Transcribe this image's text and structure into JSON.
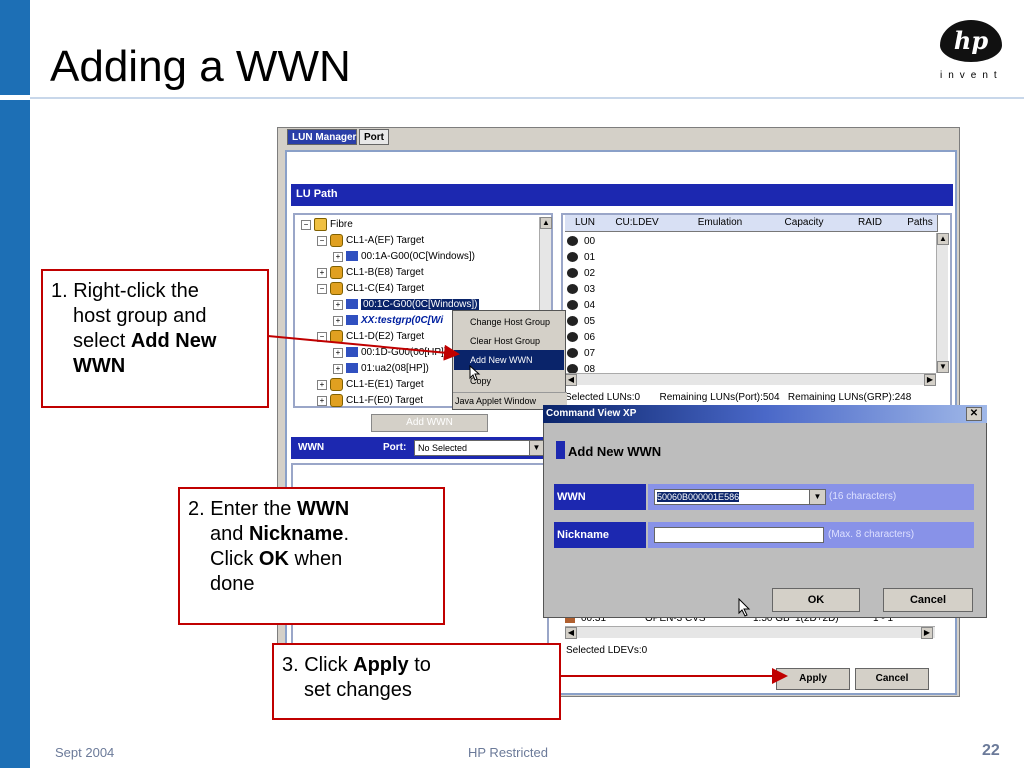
{
  "slide": {
    "title": "Adding a WWN",
    "logo_text": "hp",
    "logo_tagline": "invent",
    "footer_date": "Sept 2004",
    "footer_center": "HP Restricted",
    "page_number": "22"
  },
  "app": {
    "tabs": [
      "LUN Manager",
      "Port"
    ],
    "lu_path_label": "LU Path",
    "tree": [
      {
        "label": "Fibre"
      },
      {
        "label": "CL1-A(EF) Target"
      },
      {
        "label": "00:1A-G00(0C[Windows])"
      },
      {
        "label": "CL1-B(E8) Target"
      },
      {
        "label": "CL1-C(E4) Target"
      },
      {
        "label": "00:1C-G00(0C[Windows])"
      },
      {
        "label": "XX:testgrp(0C[Wi"
      },
      {
        "label": "CL1-D(E2) Target"
      },
      {
        "label": "00:1D-G00(00[HP])"
      },
      {
        "label": "01:ua2(08[HP])"
      },
      {
        "label": "CL1-E(E1) Target"
      },
      {
        "label": "CL1-F(E0) Target"
      }
    ],
    "grid_headers": [
      "LUN",
      "CU:LDEV",
      "Emulation",
      "Capacity",
      "RAID",
      "Paths"
    ],
    "lun_rows": [
      "00",
      "01",
      "02",
      "03",
      "04",
      "05",
      "06",
      "07",
      "08"
    ],
    "selected_luns": "Selected LUNs:0",
    "remaining_port": "Remaining LUNs(Port):504",
    "remaining_grp": "Remaining LUNs(GRP):248",
    "add_wwn_button": "Add WWN",
    "wwn_label": "WWN",
    "port_label": "Port:",
    "port_value": "No Selected",
    "ldev_row": {
      "id": "00:31",
      "emulation": "OPEN-3 CVS",
      "capacity": "1.50 GB",
      "raid": "1(2D+2D)",
      "paths": "1 - 1"
    },
    "selected_ldevs": "Selected LDEVs:0",
    "apply_button": "Apply",
    "cancel_button": "Cancel"
  },
  "context_menu": {
    "items": [
      "Change Host Group",
      "Clear Host Group",
      "Add New WWN",
      "Copy"
    ],
    "footer": "Java Applet Window"
  },
  "dialog": {
    "title": "Command View XP",
    "heading": "Add New WWN",
    "wwn_label": "WWN",
    "wwn_value": "50060B000001E586",
    "wwn_hint": "(16 characters)",
    "nickname_label": "Nickname",
    "nickname_value": "",
    "nickname_hint": "(Max. 8 characters)",
    "ok_button": "OK",
    "cancel_button": "Cancel"
  },
  "callouts": {
    "c1_line1": "1. Right-click the",
    "c1_line2": "host group and",
    "c1_line3_pre": "select ",
    "c1_line3_bold": "Add New",
    "c1_line4_bold": "WWN",
    "c2_line1_pre": "2. Enter the ",
    "c2_line1_bold": "WWN",
    "c2_line2_pre": "and ",
    "c2_line2_bold": "Nickname",
    "c2_line2_post": ".",
    "c2_line3_pre": "Click ",
    "c2_line3_bold": "OK",
    "c2_line3_post": " when",
    "c2_line4": "done",
    "c3_line1_pre": "3. Click ",
    "c3_line1_bold": "Apply",
    "c3_line1_post": " to",
    "c3_line2": "set changes"
  },
  "colors": {
    "accent_blue": "#1d6fb5",
    "callout_border": "#c00000",
    "panel_header": "#1c28b0"
  }
}
